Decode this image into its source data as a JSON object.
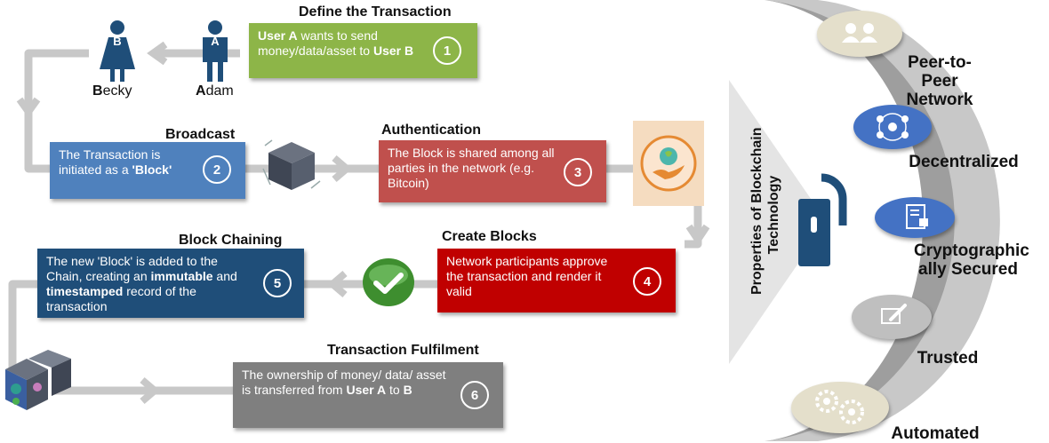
{
  "steps": [
    {
      "title": "Define the Transaction",
      "number": "1",
      "text_parts": [
        {
          "t": "User A",
          "b": true
        },
        {
          "t": " wants to send money/data/asset to ",
          "b": false
        },
        {
          "t": "User B",
          "b": true
        }
      ]
    },
    {
      "title": "Broadcast",
      "number": "2",
      "text_parts": [
        {
          "t": "The Transaction is initiated as a ",
          "b": false
        },
        {
          "t": "'Block'",
          "b": true
        }
      ]
    },
    {
      "title": "Authentication",
      "number": "3",
      "text_parts": [
        {
          "t": "The Block is shared among all parties in the network (e.g. Bitcoin)",
          "b": false
        }
      ]
    },
    {
      "title": "Create Blocks",
      "number": "4",
      "text_parts": [
        {
          "t": "Network participants approve the transaction and render it valid",
          "b": false
        }
      ]
    },
    {
      "title": "Block Chaining",
      "number": "5",
      "text_parts": [
        {
          "t": "The new 'Block' is added to the Chain, creating an ",
          "b": false
        },
        {
          "t": "immutable",
          "b": true
        },
        {
          "t": " and ",
          "b": false
        },
        {
          "t": "timestamped",
          "b": true
        },
        {
          "t": " record of the transaction",
          "b": false
        }
      ]
    },
    {
      "title": "Transaction Fulfilment",
      "number": "6",
      "text_parts": [
        {
          "t": "The ownership of money/ data/ asset is transferred from ",
          "b": false
        },
        {
          "t": "User A",
          "b": true
        },
        {
          "t": " to ",
          "b": false
        },
        {
          "t": "B",
          "b": true
        }
      ]
    }
  ],
  "people": {
    "b": {
      "badge": "B",
      "initial": "B",
      "rest": "ecky"
    },
    "a": {
      "badge": "A",
      "initial": "A",
      "rest": "dam"
    }
  },
  "properties": {
    "heading_line1": "Properties of Blockchain",
    "heading_line2": "Technology",
    "items": [
      "Peer-to-Peer Network",
      "Decentralized",
      "Cryptographic ally Secured",
      "Trusted",
      "Automated"
    ]
  },
  "colors": {
    "green": "#8db548",
    "blue": "#4f81bd",
    "red_light": "#c0504d",
    "red": "#c00000",
    "navy": "#1f4e79",
    "gray": "#7f7f7f",
    "person": "#1f4e79",
    "connector": "#c8c8c8"
  },
  "icons": [
    "person-icon",
    "block-cube-icon",
    "globe-hand-icon",
    "checkmark-icon",
    "chain-blocks-icon",
    "padlock-icon",
    "users-icon",
    "network-icon",
    "document-lock-icon",
    "pen-paper-icon",
    "gears-icon"
  ]
}
